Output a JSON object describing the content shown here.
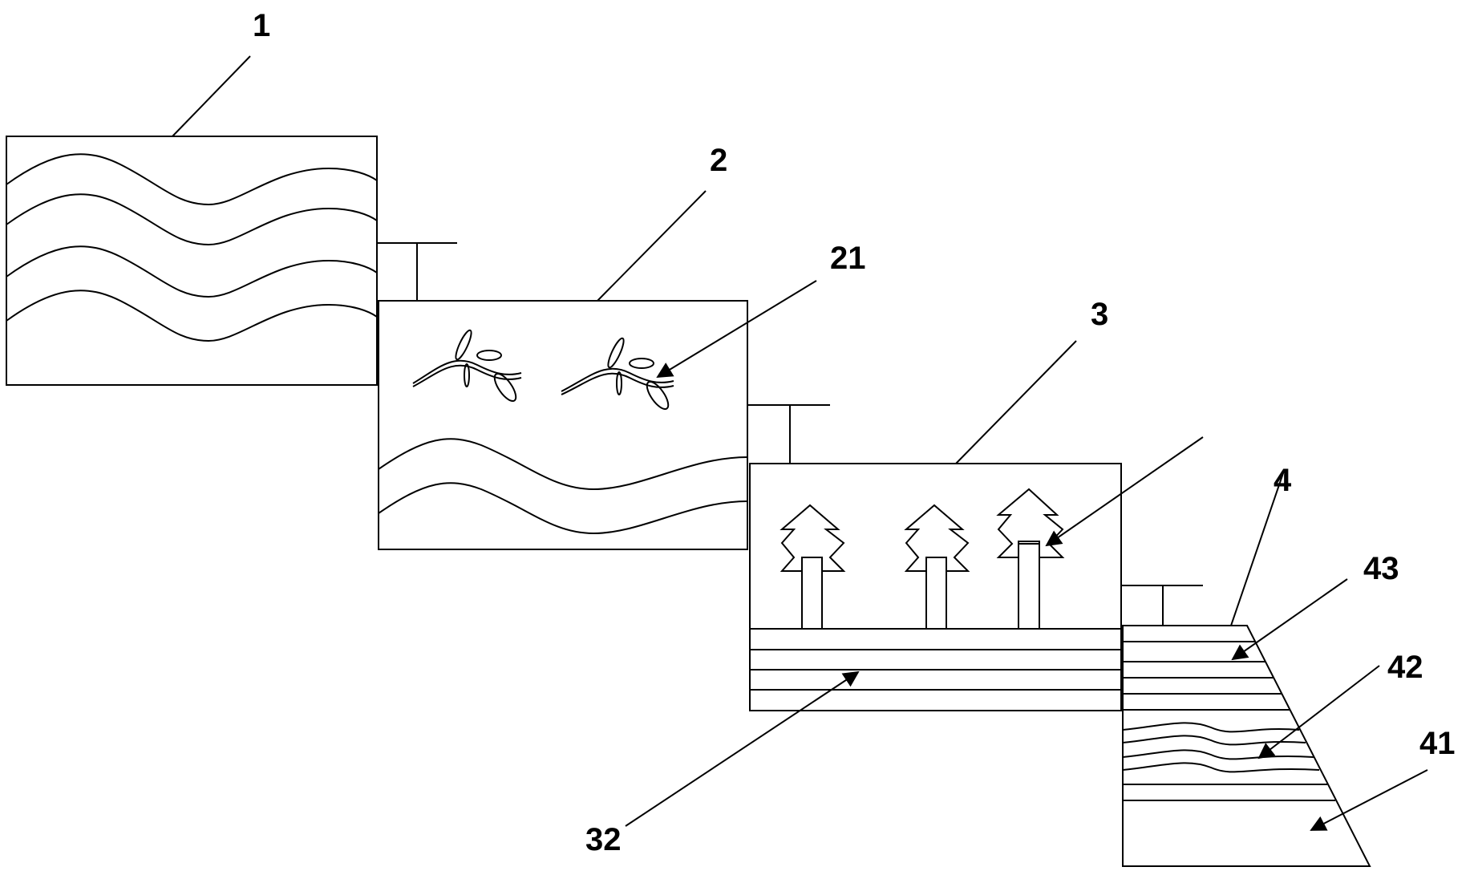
{
  "labels": {
    "l1": "1",
    "l2": "2",
    "l21": "21",
    "l3": "3",
    "l32": "32",
    "l4": "4",
    "l41": "41",
    "l42": "42",
    "l43": "43"
  },
  "colors": {
    "line": "#000000",
    "background": "#ffffff"
  },
  "icons": [
    "tree-icon",
    "vine-icon",
    "leader-arrow"
  ]
}
